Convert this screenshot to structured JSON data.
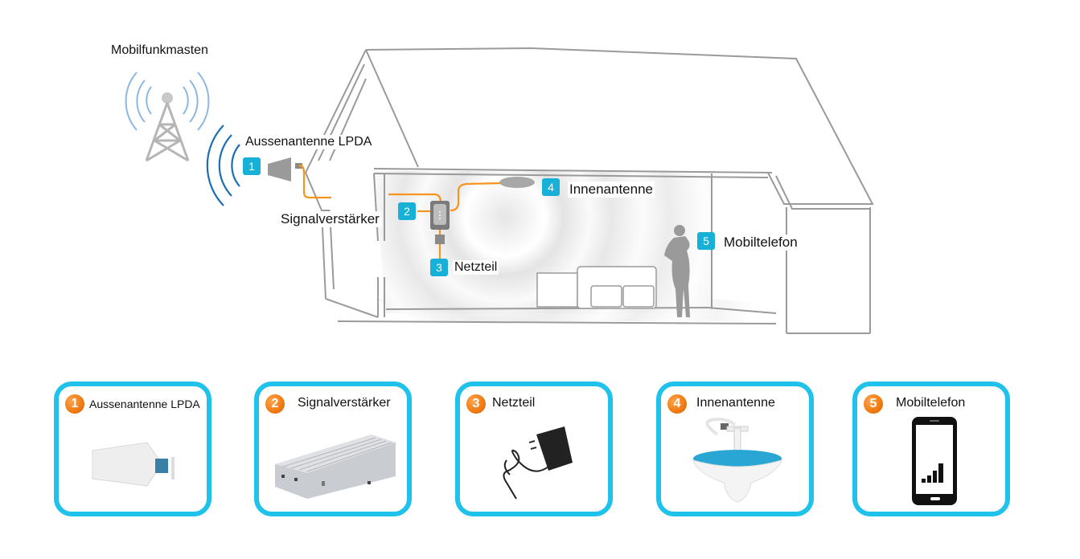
{
  "diagram": {
    "title": "Handy-Signalverstärker Systemaufbau",
    "labels": {
      "tower": "Mobilfunkmasten",
      "outdoor_antenna": "Aussenantenne LPDA",
      "amplifier": "Signalverstärker",
      "power_supply": "Netzteil",
      "indoor_antenna": "Innenantenne",
      "phone": "Mobiltelefon"
    },
    "badges": [
      "1",
      "2",
      "3",
      "4",
      "5"
    ],
    "colors": {
      "badge_blue": "#17b0d6",
      "card_border": "#1fc2ea",
      "cable_orange": "#f7941d",
      "number_orange": "#f07a10",
      "outline_gray": "#9a9a9a",
      "signal_blue": "#1a6fb5"
    }
  },
  "components": [
    {
      "number": "1",
      "name": "Aussenantenne LPDA",
      "icon": "lpda-antenna-icon"
    },
    {
      "number": "2",
      "name": "Signalverstärker",
      "icon": "amplifier-icon"
    },
    {
      "number": "3",
      "name": "Netzteil",
      "icon": "power-adapter-icon"
    },
    {
      "number": "4",
      "name": "Innenantenne",
      "icon": "ceiling-antenna-icon"
    },
    {
      "number": "5",
      "name": "Mobiltelefon",
      "icon": "smartphone-icon"
    }
  ]
}
